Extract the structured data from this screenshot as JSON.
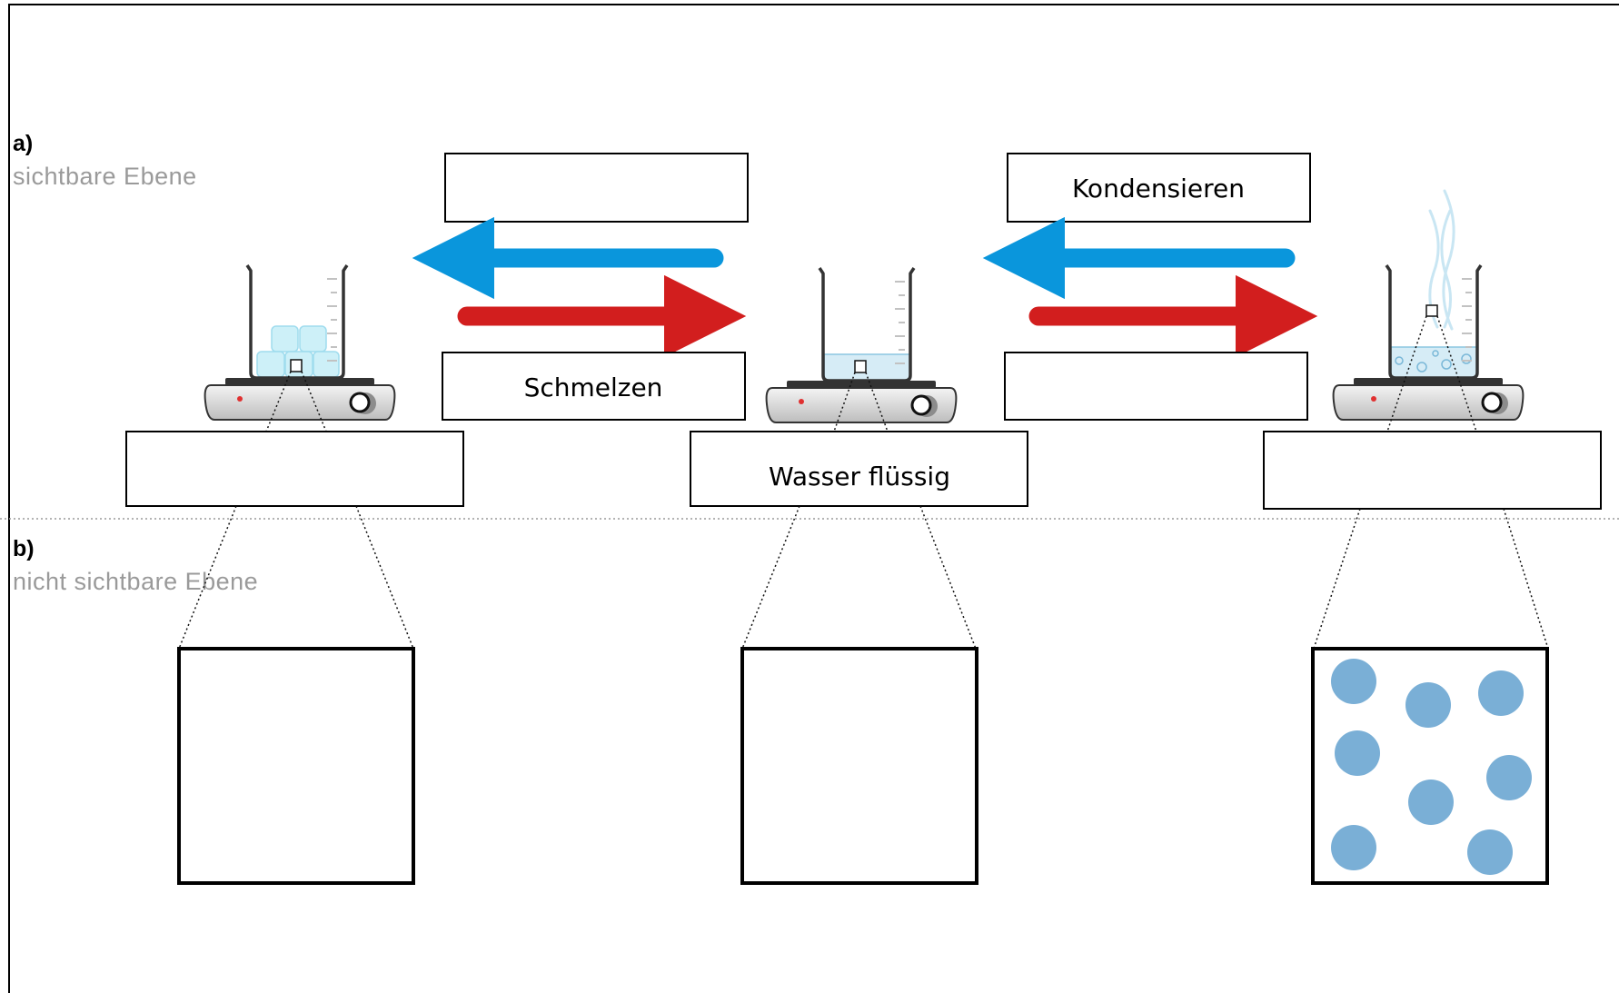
{
  "levels": {
    "visible": {
      "letter": "a)",
      "name": "sichtbare Ebene"
    },
    "invisible": {
      "letter": "b)",
      "name": "nicht sichtbare Ebene"
    }
  },
  "states": [
    {
      "id": "solid",
      "label": "",
      "beaker_content": "ice-cubes"
    },
    {
      "id": "liquid",
      "label": "Wasser flüssig",
      "beaker_content": "liquid-water"
    },
    {
      "id": "gas",
      "label": "",
      "beaker_content": "boiling-water-with-vapor"
    }
  ],
  "transitions": [
    {
      "between": [
        "solid",
        "liquid"
      ],
      "top_label": "",
      "bottom_label": "Schmelzen"
    },
    {
      "between": [
        "liquid",
        "gas"
      ],
      "top_label": "Kondensieren",
      "bottom_label": ""
    }
  ],
  "particle_panels": [
    {
      "state": "solid",
      "particles": 0
    },
    {
      "state": "liquid",
      "particles": 0
    },
    {
      "state": "gas",
      "particles": 8
    }
  ],
  "colors": {
    "cooling_arrow": "#0a96dc",
    "heating_arrow": "#d21e1e",
    "particle": "#7aafd6",
    "water": "#d6ecf6",
    "ice": "#cdf0f8",
    "divider": "#9a9a9a",
    "level_name_text": "#9a9a9a"
  },
  "icons": {
    "heater": "hot-plate-icon",
    "beaker": "beaker-icon",
    "cooling": "arrow-left-icon",
    "heating": "arrow-right-icon"
  }
}
